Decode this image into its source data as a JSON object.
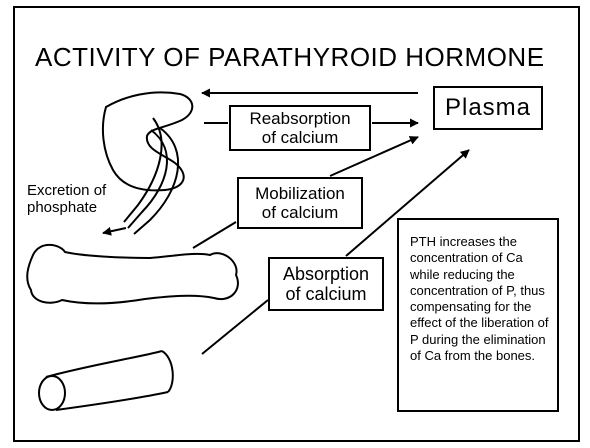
{
  "title": "ACTIVITY OF PARATHYROID HORMONE",
  "plasma_label": "Plasma",
  "reabsorption": {
    "line1": "Reabsorption",
    "line2": "of calcium"
  },
  "mobilization": {
    "line1": "Mobilization",
    "line2": "of calcium"
  },
  "absorption": {
    "line1": "Absorption",
    "line2": "of calcium"
  },
  "excretion": {
    "line1": "Excretion of",
    "line2": "phosphate"
  },
  "note_text": "PTH increases the concentration of Ca while reducing the concentration of P, thus compensating for the effect of the liberation of P during the elimination of Ca from the bones."
}
